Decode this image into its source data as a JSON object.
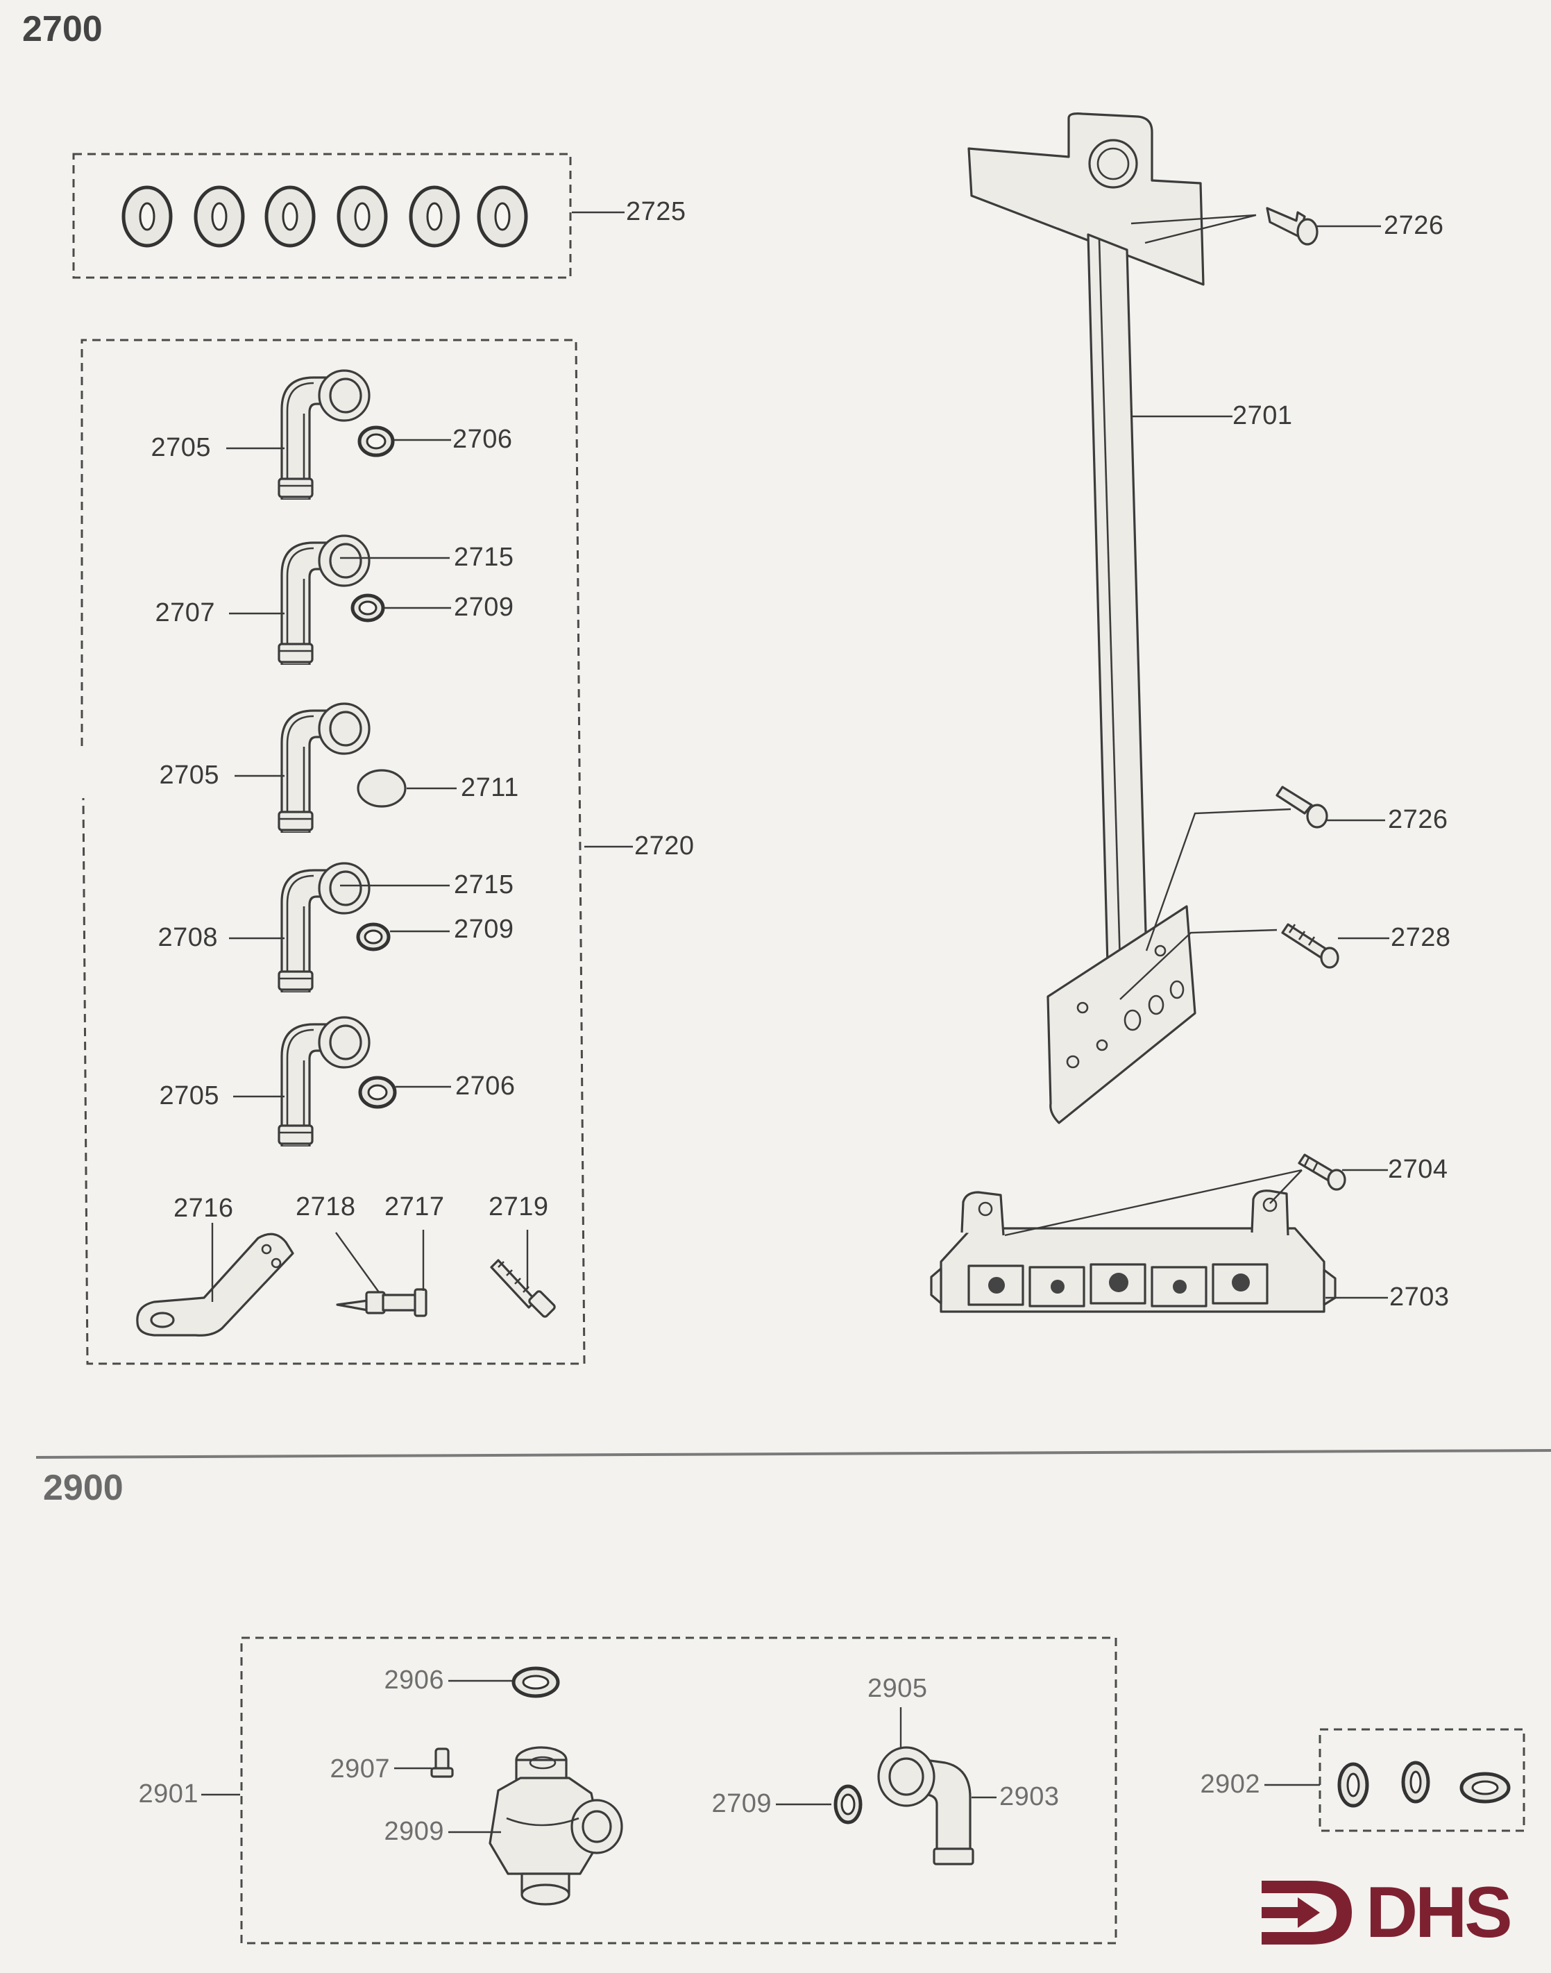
{
  "sections": [
    {
      "id": "2700",
      "heading": "2700"
    },
    {
      "id": "2900",
      "heading": "2900"
    }
  ],
  "callouts": {
    "c2725": "2725",
    "c2726_top": "2726",
    "c2701": "2701",
    "c2705_a": "2705",
    "c2706_a": "2706",
    "c2715_a": "2715",
    "c2707": "2707",
    "c2709_a": "2709",
    "c2705_b": "2705",
    "c2711": "2711",
    "c2720": "2720",
    "c2726_mid": "2726",
    "c2715_b": "2715",
    "c2708": "2708",
    "c2709_b": "2709",
    "c2728": "2728",
    "c2705_c": "2705",
    "c2706_b": "2706",
    "c2716": "2716",
    "c2718": "2718",
    "c2717": "2717",
    "c2719": "2719",
    "c2704": "2704",
    "c2703": "2703",
    "c2906": "2906",
    "c2905": "2905",
    "c2907": "2907",
    "c2901": "2901",
    "c2909": "2909",
    "c2709_c": "2709",
    "c2903": "2903",
    "c2902": "2902"
  },
  "logo": {
    "text": "DHS",
    "color": "#7d2130",
    "icon": "arrow-bracket-icon"
  }
}
